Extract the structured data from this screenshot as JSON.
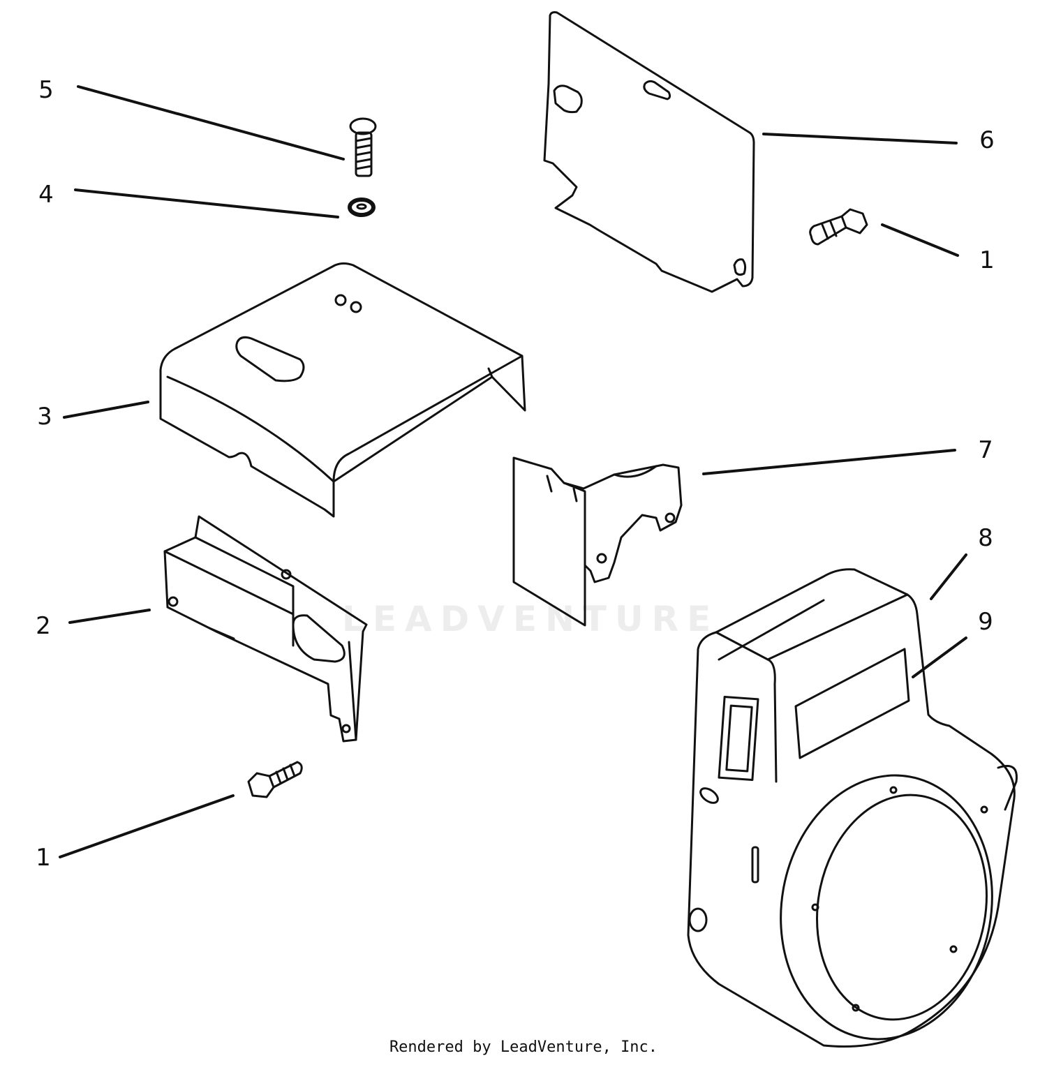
{
  "watermark": "LEADVENTURE",
  "credit": "Rendered by LeadVenture, Inc.",
  "colors": {
    "ink": "#111111",
    "paper": "#ffffff",
    "watermark": "#ededed"
  },
  "callouts": [
    {
      "id": "5",
      "label": "5"
    },
    {
      "id": "4",
      "label": "4"
    },
    {
      "id": "3",
      "label": "3"
    },
    {
      "id": "2",
      "label": "2"
    },
    {
      "id": "1a",
      "label": "1"
    },
    {
      "id": "6",
      "label": "6"
    },
    {
      "id": "1b",
      "label": "1"
    },
    {
      "id": "7",
      "label": "7"
    },
    {
      "id": "8",
      "label": "8"
    },
    {
      "id": "9",
      "label": "9"
    }
  ]
}
